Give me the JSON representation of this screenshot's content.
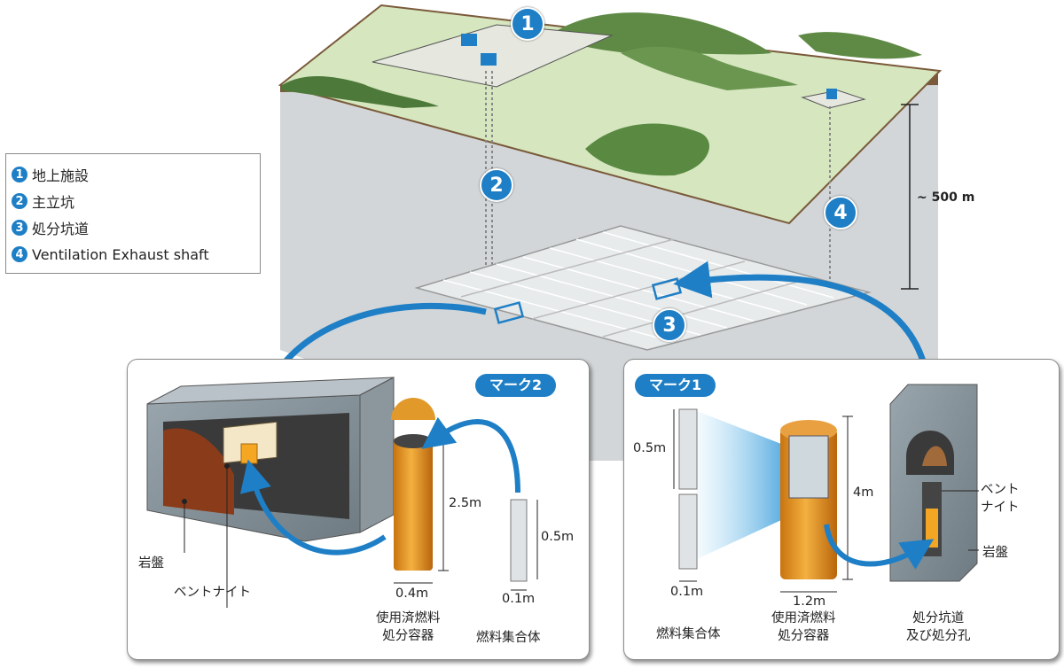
{
  "legend": {
    "items": [
      {
        "num": "1",
        "text": "地上施設"
      },
      {
        "num": "2",
        "text": "主立坑"
      },
      {
        "num": "3",
        "text": "処分坑道"
      },
      {
        "num": "4",
        "text": "Ventilation Exhaust shaft"
      }
    ]
  },
  "callouts": [
    "1",
    "2",
    "3",
    "4"
  ],
  "depth_label": "~ 500 m",
  "mark2": {
    "tag": "マーク2",
    "rock_label": "岩盤",
    "bentonite_label": "ベントナイト",
    "container_height": "2.5m",
    "container_width": "0.4m",
    "container_caption_line1": "使用済燃料",
    "container_caption_line2": "処分容器",
    "assembly_height": "0.5m",
    "assembly_width": "0.1m",
    "assembly_caption": "燃料集合体"
  },
  "mark1": {
    "tag": "マーク1",
    "assembly_height": "0.5m",
    "assembly_width": "0.1m",
    "assembly_caption": "燃料集合体",
    "container_height": "4m",
    "container_width": "1.2m",
    "container_caption_line1": "使用済燃料",
    "container_caption_line2": "処分容器",
    "bentonite_line1": "ベント",
    "bentonite_line2": "ナイト",
    "rock_label": "岩盤",
    "tunnel_caption_line1": "処分坑道",
    "tunnel_caption_line2": "及び処分孔"
  },
  "colors": {
    "accent": "#1e7fc6",
    "ground": "#d6e6bf",
    "copper": "#e08a18"
  }
}
